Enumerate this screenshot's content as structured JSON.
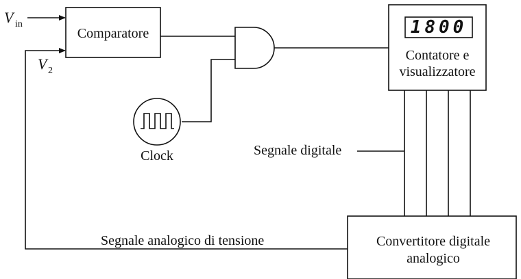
{
  "inputs": {
    "vin_main": "V",
    "vin_sub": "in",
    "v2_main": "V",
    "v2_sub": "2"
  },
  "blocks": {
    "comparator": "Comparatore",
    "clock": "Clock",
    "counter_line1": "Contatore e",
    "counter_line2": "visualizzatore",
    "display_value": "1800",
    "dac_line1": "Convertitore digitale",
    "dac_line2": "analogico"
  },
  "labels": {
    "digital_signal": "Segnale digitale",
    "analog_signal": "Segnale analogico di tensione"
  }
}
